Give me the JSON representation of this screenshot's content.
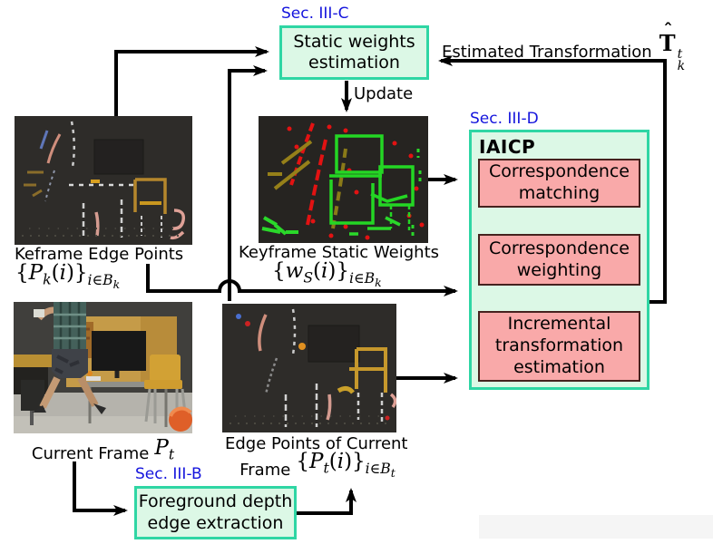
{
  "section_labels": {
    "iiic": "Sec. III-C",
    "iiid": "Sec. III-D",
    "iiib": "Sec. III-B"
  },
  "boxes": {
    "static_weights": "Static weights\nestimation",
    "iaicp_title": "IAICP",
    "correspondence_matching": "Correspondence\nmatching",
    "correspondence_weighting": "Correspondence\nweighting",
    "incremental_transformation": "Incremental\ntransformation\nestimation",
    "foreground_depth": "Foreground depth\nedge extraction"
  },
  "edge_labels": {
    "estimated_transformation": "Estimated Transformation",
    "update": "Update"
  },
  "captions": {
    "keyframe_edge_points": "Keframe Edge Points",
    "keyframe_static_weights": "Keyframe Static Weights",
    "current_frame": "Current Frame",
    "edge_points_line1": "Edge Points of Current",
    "edge_points_line2_prefix": "Frame"
  },
  "math_html": {
    "pk_set": "{<i>P</i><sub><i>k</i></sub>(<i>i</i>)}<sub><i>i</i>∈<i>B</i><sub><i>k</i></sub></sub>",
    "ws_set": "{<i>w</i><sub><i>S</i></sub>(<i>i</i>)}<sub><i>i</i>∈<i>B</i><sub><i>k</i></sub></sub>",
    "pt_set": "{<i>P</i><sub><i>t</i></sub>(<i>i</i>)}<sub><i>i</i>∈<i>B</i><sub><i>t</i></sub></sub>",
    "pt": "<i>P</i><sub><i>t</i></sub>",
    "that": "<span class=\"hatwrap\"><span class=\"hat\">ˆ</span>T</span><span class=\"stack\"><span>t</span><span>k</span></span>"
  },
  "colors": {
    "green_box_fill": "#dcf8e6",
    "green_box_border": "#2fd6a4",
    "pink_box_fill": "#f9a9a9",
    "pink_box_border": "#46221f",
    "section_label_blue": "#1414dd",
    "arrow_black": "#000000"
  }
}
